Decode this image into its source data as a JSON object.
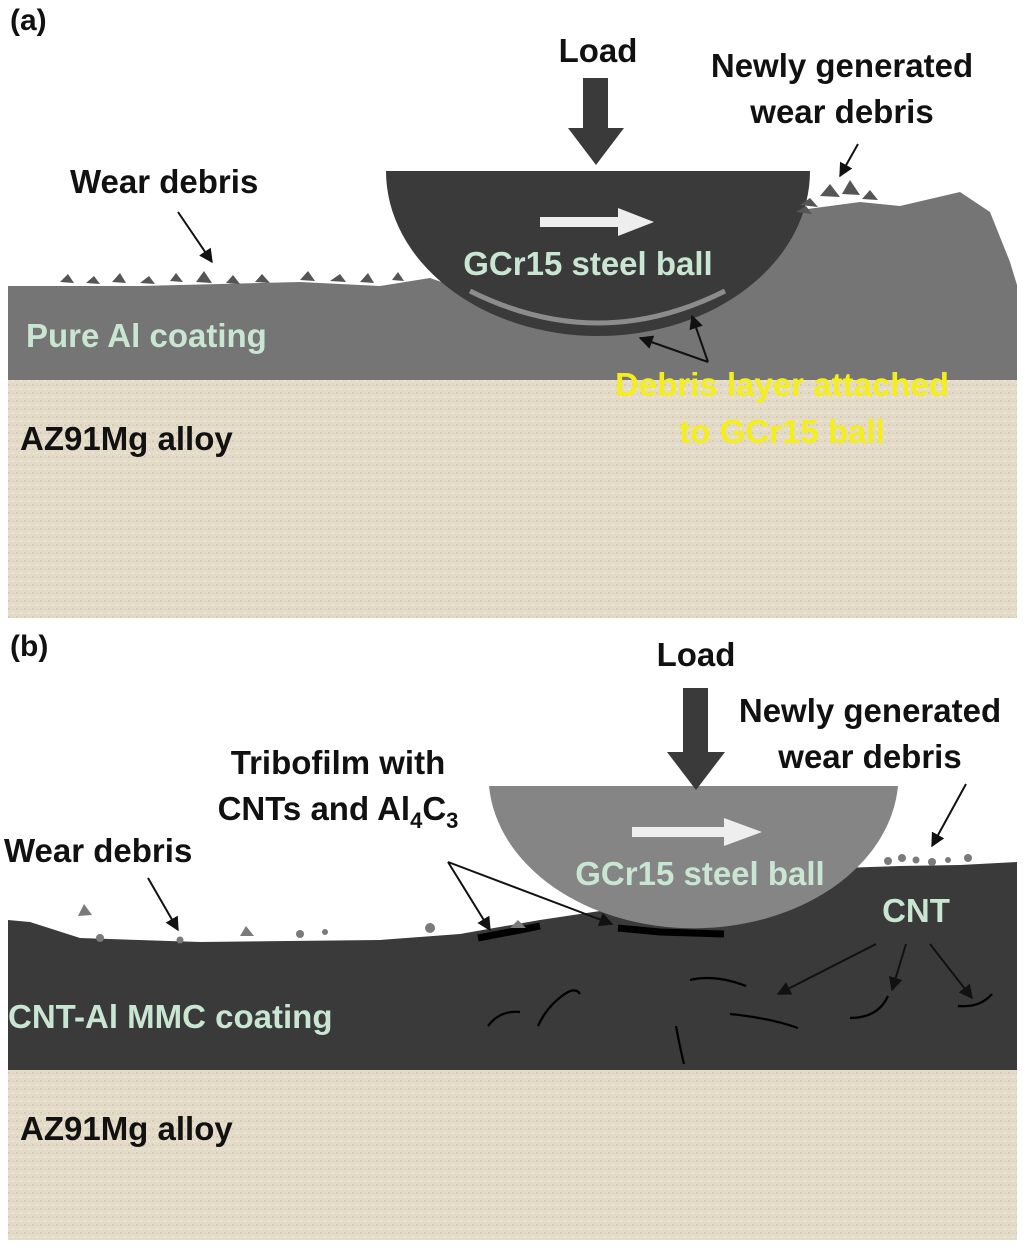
{
  "panels": [
    {
      "id": "a",
      "panel_label": "(a)",
      "load_label": "Load",
      "new_debris_label": [
        "Newly generated",
        "wear debris"
      ],
      "wear_debris_label": "Wear debris",
      "ball_label": "GCr15 steel ball",
      "coating_label": "Pure Al coating",
      "substrate_label": "AZ91Mg alloy",
      "attached_layer_label": [
        "Debris layer attached",
        "to GCr15 ball"
      ]
    },
    {
      "id": "b",
      "panel_label": "(b)",
      "load_label": "Load",
      "new_debris_label": [
        "Newly generated",
        "wear debris"
      ],
      "wear_debris_label": "Wear debris",
      "tribofilm_label_line1": "Tribofilm with",
      "tribofilm_label_line2": {
        "prefix": "CNTs and Al",
        "sub1": "4",
        "mid": "C",
        "sub2": "3"
      },
      "ball_label": "GCr15 steel ball",
      "cnt_label": "CNT",
      "coating_label": "CNT-Al MMC coating",
      "substrate_label": "AZ91Mg alloy"
    }
  ],
  "colors": {
    "substrate": "#e3dac7",
    "coating_a": "#757575",
    "coating_b": "#3a3a3a",
    "ball_a": "#3a3a3a",
    "ball_b": "#858585",
    "coating_text": "#c9e6d2",
    "highlight_text": "#f4ee1b",
    "text": "#111111",
    "arrow_white": "#eeeeee"
  }
}
